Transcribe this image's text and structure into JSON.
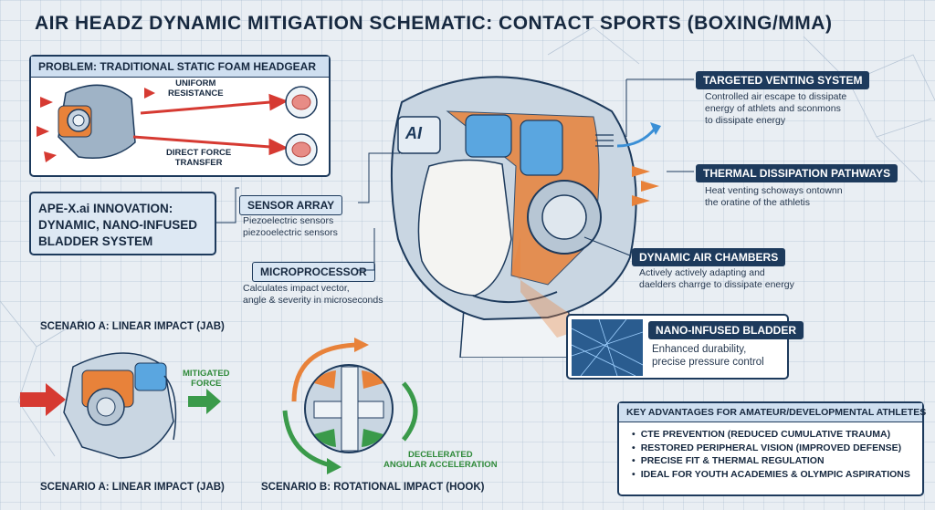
{
  "title": "AIR HEADZ DYNAMIC MITIGATION SCHEMATIC: CONTACT SPORTS (BOXING/MMA)",
  "problem": {
    "header": "PROBLEM: TRADITIONAL STATIC FOAM HEADGEAR",
    "uniform_resistance": "UNIFORM\nRESISTANCE",
    "direct_force": "DIRECT FORCE\nTRANSFER"
  },
  "innovation": {
    "text": "APE-X.ai INNOVATION:\nDYNAMIC, NANO-INFUSED\nBLADDER SYSTEM"
  },
  "sensor_array": {
    "label": "SENSOR ARRAY",
    "desc": "Piezoelectric sensors\npiezooelectric sensors"
  },
  "microprocessor": {
    "label": "MICROPROCESSOR",
    "desc": "Calculates impact vector,\nangle & severity in microseconds"
  },
  "helmet_logo": "AI",
  "targeted_venting": {
    "label": "TARGETED VENTING SYSTEM",
    "desc": "Controlled air escape to dissipate\nenergy of athlets and sconmons\nto dissipate energy"
  },
  "thermal": {
    "label": "THERMAL DISSIPATION PATHWAYS",
    "desc": "Heat venting schoways ontownn\nthe oratine of the athletis"
  },
  "air_chambers": {
    "label": "DYNAMIC AIR CHAMBERS",
    "desc": "Actively actively adapting and\ndaelders charrge to dissipate energy"
  },
  "bladder": {
    "label": "NANO-INFUSED BLADDER",
    "desc": "Enhanced durability,\nprecise pressure control"
  },
  "scenario_a": {
    "top_caption": "SCENARIO A: LINEAR IMPACT (JAB)",
    "bottom_caption": "SCENARIO A: LINEAR IMPACT (JAB)",
    "mitigated": "MITIGATED\nFORCE"
  },
  "scenario_b": {
    "caption": "SCENARIO B: ROTATIONAL IMPACT (HOOK)",
    "decelerated": "DECELERATED\nANGULAR ACCELERATION"
  },
  "advantages": {
    "header": "KEY ADVANTAGES FOR AMATEUR/DEVELOPMENTAL ATHLETES",
    "items": [
      "CTE PREVENTION (REDUCED CUMULATIVE TRAUMA)",
      "RESTORED PERIPHERAL VISION (IMPROVED DEFENSE)",
      "PRECISE FIT & THERMAL REGULATION",
      "IDEAL FOR YOUTH ACADEMIES & OLYMPIC ASPIRATIONS"
    ]
  },
  "colors": {
    "navy": "#1d3a5c",
    "orange": "#e8823a",
    "red": "#d63a32",
    "green": "#3a9a4a",
    "blue": "#3a8fd6"
  }
}
